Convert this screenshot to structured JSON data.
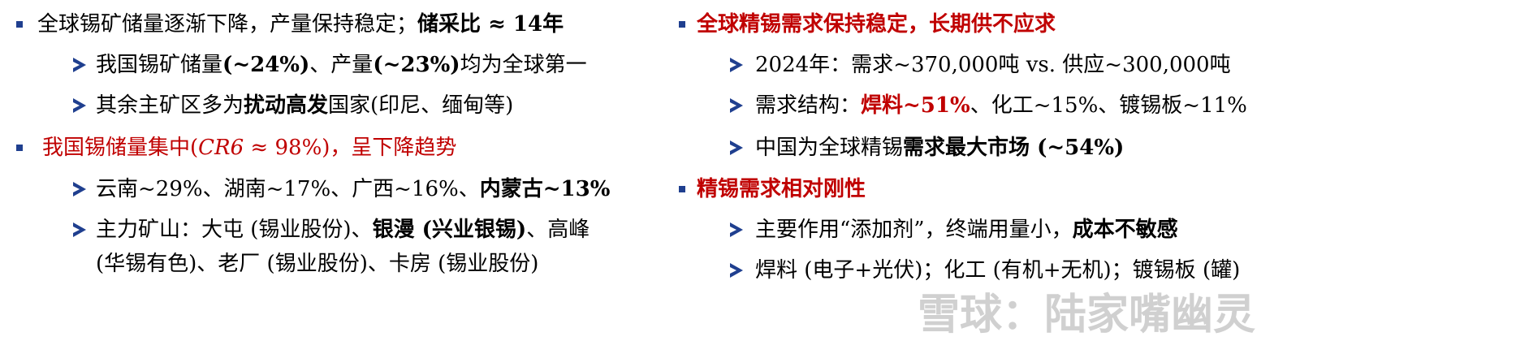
{
  "left": {
    "h1": {
      "a": "全球锡矿储量逐渐下降，产量保持稳定；",
      "b": "储采比 ≈ 14年"
    },
    "s1": {
      "a": "我国锡矿储量",
      "b": "(~24%)",
      "c": "、产量",
      "d": "(~23%)",
      "e": "均为全球第一"
    },
    "s2": {
      "a": "其余主矿区多为",
      "b": "扰动高发",
      "c": "国家(印尼、缅甸等)"
    },
    "h2": {
      "a": "我国锡储量集中(",
      "b": "CR6",
      "c": " ≈ 98%)，呈下降趋势"
    },
    "s3": {
      "a": "云南~29%、湖南~17%、广西~16%、",
      "b": "内蒙古~13%"
    },
    "s4": {
      "a": "主力矿山：大屯 (锡业股份)、",
      "b": "银漫 (兴业银锡)",
      "c": "、高峰"
    },
    "s4b": "(华锡有色)、老厂 (锡业股份)、卡房 (锡业股份)"
  },
  "right": {
    "h1": "全球精锡需求保持稳定，长期供不应求",
    "s1": "2024年：需求~370,000吨 vs. 供应~300,000吨",
    "s2": {
      "a": "需求结构：",
      "b": "焊料~51%",
      "c": "、化工~15%、镀锡板~11%"
    },
    "s3": {
      "a": "中国为全球精锡",
      "b": "需求最大市场 (~54%)"
    },
    "h2": "精锡需求相对刚性",
    "s4": {
      "a": "主要作用“添加剂”，终端用量小，",
      "b": "成本不敏感"
    },
    "s5": "焊料 (电子+光伏)；化工 (有机+无机)；镀锡板 (罐)"
  },
  "watermark": "雪球：陆家嘴幽灵",
  "colors": {
    "accent": "#1f3f8f",
    "highlight": "#c00000"
  }
}
